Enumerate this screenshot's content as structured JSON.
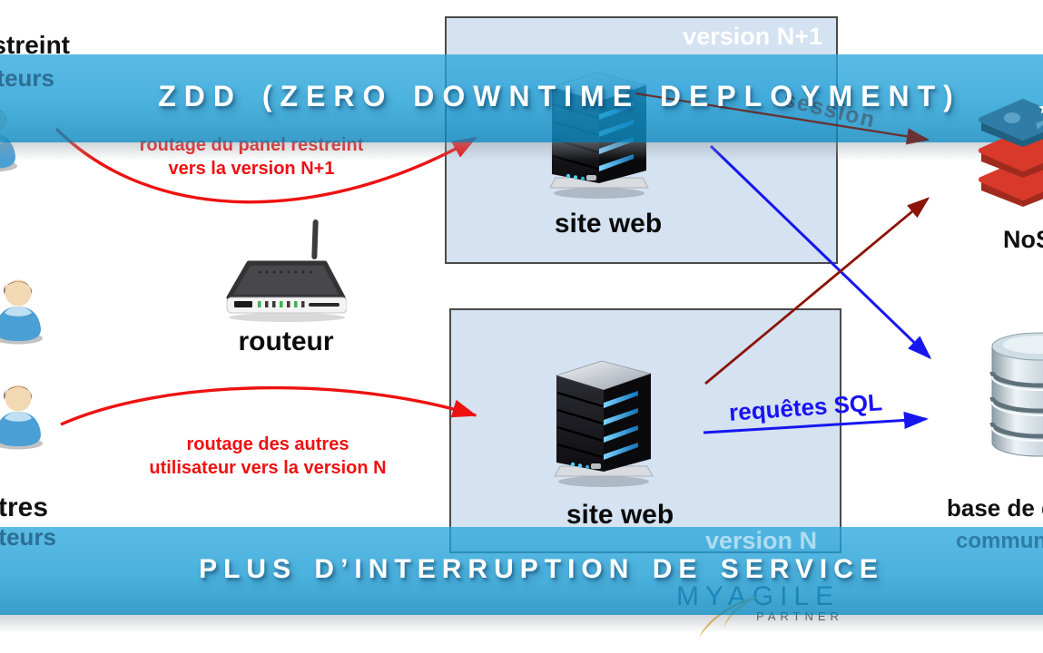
{
  "banner_top": {
    "title": "ZDD (ZERO DOWNTIME DEPLOYMENT)"
  },
  "banner_bottom": {
    "title": "PLUS D’INTERRUPTION DE SERVICE"
  },
  "version_box_top": {
    "version": "version N+1",
    "server": "site web"
  },
  "version_box_bottom": {
    "version": "version N",
    "server": "site web"
  },
  "router": {
    "label": "routeur"
  },
  "user_group_top": {
    "name": "panel restreint",
    "type": "utilisateurs"
  },
  "user_group_bottom": {
    "name": "autres",
    "type": "utilisateurs"
  },
  "routing_top": {
    "line1": "routage du panel restreint",
    "line2": "vers la version N+1"
  },
  "routing_bottom": {
    "line1": "routage des autres",
    "line2": "utilisateur vers la version N"
  },
  "flows": {
    "session": "session",
    "sql": "requêtes SQL"
  },
  "nosql": {
    "label": "NoSQL"
  },
  "database": {
    "label": "base de données",
    "sublabel": "commune"
  },
  "logo": {
    "text": "MYAGILE",
    "subtext": "PARTNER"
  },
  "colors": {
    "banner_blue": "#189bd4",
    "box_fill": "#d4e2f1",
    "box_border": "#4a4a4a",
    "red_arrow": "#ee1111",
    "dark_red_arrow": "#8c1408",
    "blue_arrow": "#1616f0",
    "steel_blue_text": "#2d6e94",
    "sql_text_blue": "#1812f5",
    "logo_navy": "#1d4269",
    "logo_orange": "#e9a12f"
  }
}
